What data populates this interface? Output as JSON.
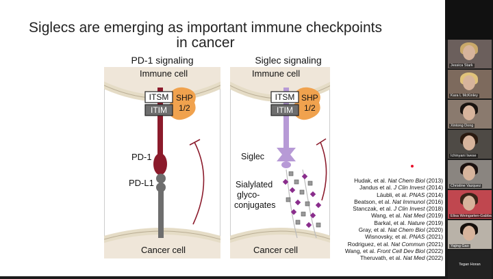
{
  "slide": {
    "title_line1": "Siglecs are emerging as important immune checkpoints",
    "title_line2": "in cancer",
    "left_panel": {
      "heading": "PD-1 signaling",
      "immune_cell": "Immune cell",
      "cancer_cell": "Cancer cell",
      "itsm": "ITSM",
      "itim": "ITIM",
      "shp_line1": "SHP",
      "shp_line2": "1/2",
      "receptor": "PD-1",
      "ligand": "PD-L1"
    },
    "right_panel": {
      "heading": "Siglec signaling",
      "immune_cell": "Immune cell",
      "cancer_cell": "Cancer cell",
      "itsm": "ITSM",
      "itim": "ITIM",
      "shp_line1": "SHP",
      "shp_line2": "1/2",
      "receptor": "Siglec",
      "ligand_line1": "Sialylated",
      "ligand_line2": "glyco-",
      "ligand_line3": "conjugates"
    },
    "colors": {
      "cell_membrane": "#e9e1cc",
      "cytoplasm": "#efe6d9",
      "pd1": "#8b1a2b",
      "pdl1": "#6e6e6e",
      "siglec": "#b79ad6",
      "shp": "#f0a24e",
      "glycan_purple": "#8a2d8c",
      "glycan_grey": "#999999"
    },
    "citations": [
      {
        "pre": "Hudak, et al. ",
        "journal": "Nat Chem Biol",
        "year": " (2013)"
      },
      {
        "pre": "Jandus et al. ",
        "journal": "J Clin Invest",
        "year": " (2014)"
      },
      {
        "pre": "Läubli, et al. ",
        "journal": "PNAS",
        "year": " (2014)"
      },
      {
        "pre": "Beatson, et al. ",
        "journal": "Nat Immunol",
        "year": " (2016)"
      },
      {
        "pre": "Stanczak, et al. ",
        "journal": "J Clin Invest",
        "year": " (2018)"
      },
      {
        "pre": "Wang, et al. ",
        "journal": "Nat Med",
        "year": " (2019)"
      },
      {
        "pre": "Barkal, et al. ",
        "journal": "Nature",
        "year": " (2019)"
      },
      {
        "pre": "Gray, et al. ",
        "journal": "Nat Chem Biol",
        "year": " (2020)"
      },
      {
        "pre": "Wisnovsky, et al. ",
        "journal": "PNAS",
        "year": " (2021)"
      },
      {
        "pre": "Rodriguez, et al. ",
        "journal": "Nat Commun",
        "year": " (2021)"
      },
      {
        "pre": "Wang, et al. ",
        "journal": "Front Cell Dev Biol",
        "year": " (2022)"
      },
      {
        "pre": "Theruvath, et al. ",
        "journal": "Nat Med",
        "year": " (2022)"
      }
    ]
  },
  "participants": [
    {
      "name": "Jessica Stark",
      "hair": "#c9a96a",
      "bg": "#6b5f5c"
    },
    {
      "name": "Kara L McKinley",
      "hair": "#e0c27a",
      "bg": "#7d6a5d"
    },
    {
      "name": "Xintong Dong",
      "hair": "#1a1410",
      "bg": "#8a7a6e"
    },
    {
      "name": "Ichinyani Iwese",
      "hair": "#2a1a10",
      "bg": "#4e4a45"
    },
    {
      "name": "Christine Vazquez",
      "hair": "#1c1210",
      "bg": "#8a8580"
    },
    {
      "name": "Elisa Weingarten-Gabbay",
      "hair": "#3a2418",
      "bg": "#c0474f"
    },
    {
      "name": "Yajing Gao",
      "hair": "#16100c",
      "bg": "#b9b2a8"
    },
    {
      "name": "Tegan Horan",
      "hair": "",
      "bg": "#222222"
    }
  ],
  "self_view_name": "Tegan Horan"
}
